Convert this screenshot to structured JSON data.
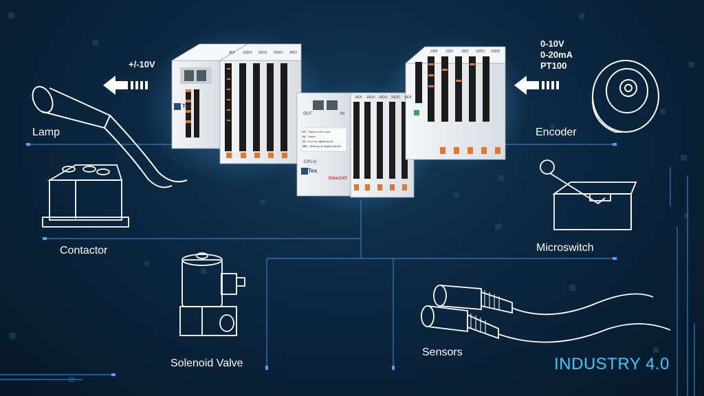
{
  "labels": {
    "lamp": "Lamp",
    "contactor": "Contactor",
    "solenoid_valve": "Solenoid Valve",
    "encoder": "Encoder",
    "microswitch": "Microswitch",
    "sensors": "Sensors"
  },
  "signals": {
    "output_range": "+/-10V",
    "input_ranges": [
      "0-10V",
      "0-20mA",
      "PT100"
    ]
  },
  "brand_text": "INDUSTRY 4.0",
  "devices": {
    "left_channels": [
      "8DI",
      "16DO",
      "16DO",
      "16DO",
      "8DO"
    ],
    "center_channels": [
      "16DI",
      "16DO",
      "16DO",
      "16DO",
      "16DI"
    ],
    "right_channels": [
      "16DI",
      "16DI",
      "16DI",
      "16DO",
      "16DO"
    ],
    "cpu_name": "CPU-8",
    "logo": "Tex",
    "ethercat": "EtherCAT",
    "port_out": "OUT",
    "port_in": "IN",
    "led_legend": [
      {
        "code": "ST",
        "text": "Status of the node"
      },
      {
        "code": "AL",
        "text": "Alarm"
      },
      {
        "code": "DI",
        "text": "Error on digital inputs"
      },
      {
        "code": "WO",
        "text": "Warning on digital outputs"
      }
    ]
  },
  "colors": {
    "background": "#0b2740",
    "line": "#2f6fb0",
    "line_end": "#4aa3ff",
    "brand": "#3ec6ff",
    "terminal": "#e8742a",
    "module": "#e9edf0"
  }
}
